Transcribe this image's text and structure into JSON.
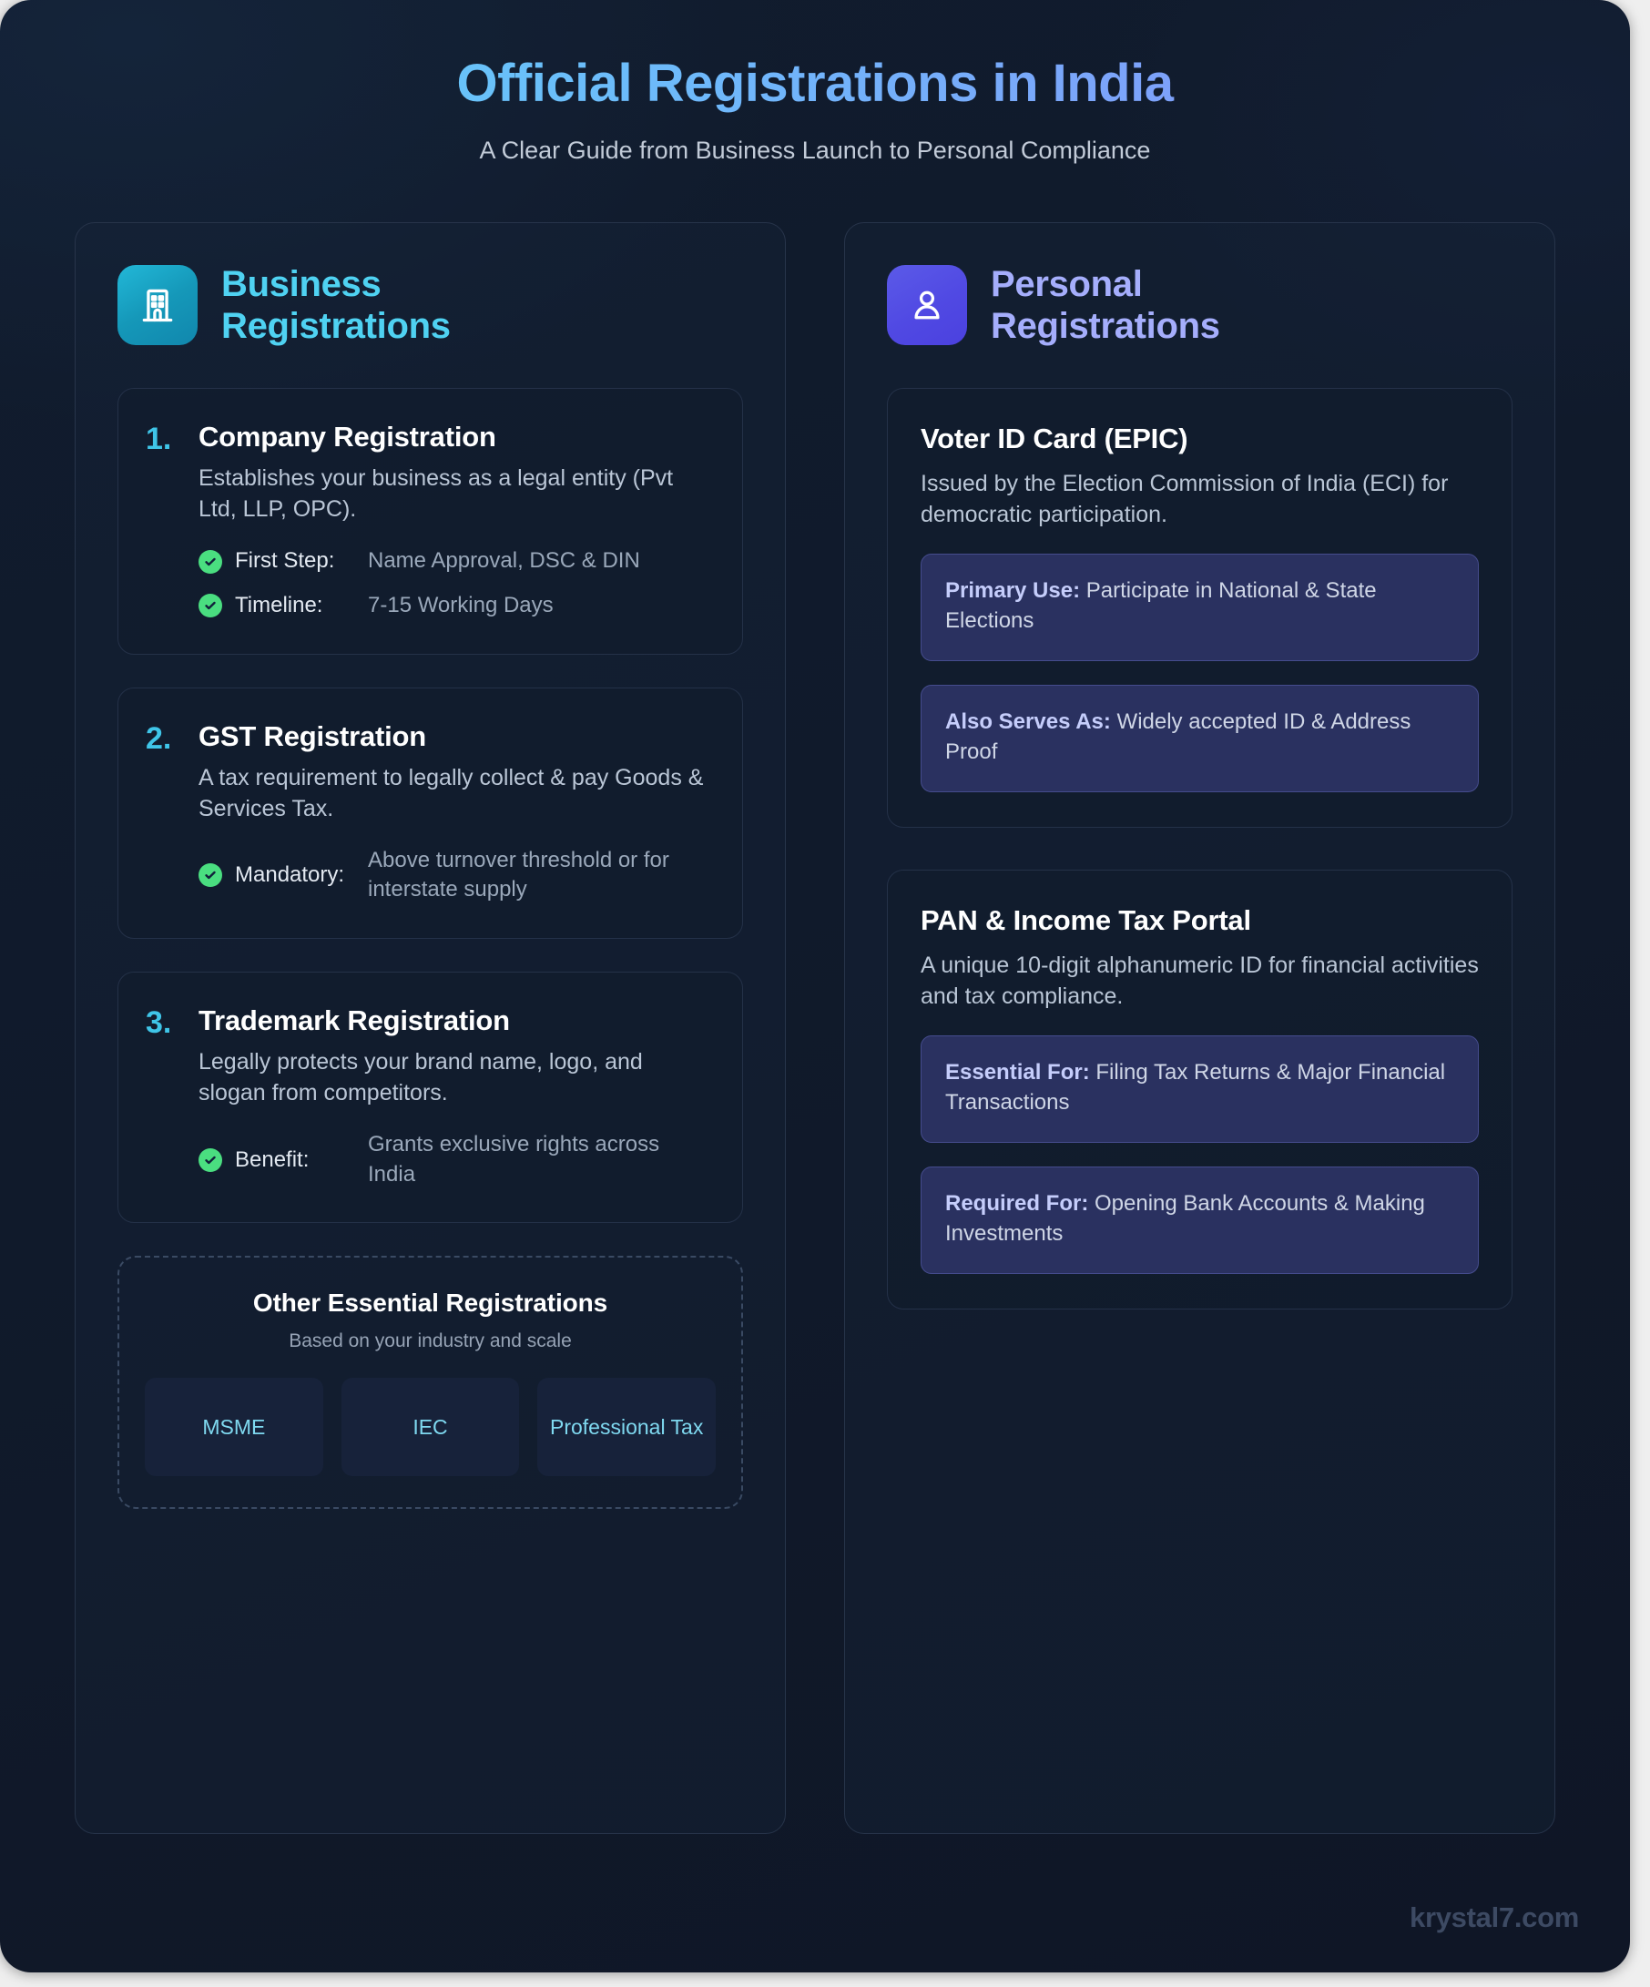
{
  "header": {
    "title": "Official Registrations in India",
    "subtitle": "A Clear Guide from Business Launch to Personal Compliance"
  },
  "colors": {
    "accent_cyan": "#4fd2f2",
    "accent_purple": "#a5aefc",
    "check_green": "#4ade80",
    "fact_bg": "#2a3160",
    "page_bg": "#101a2b"
  },
  "business": {
    "icon": "building-icon",
    "title": "Business Registrations",
    "steps": [
      {
        "number": "1.",
        "title": "Company Registration",
        "desc": "Establishes your business as a legal entity (Pvt Ltd, LLP, OPC).",
        "details": [
          {
            "label": "First Step:",
            "value": "Name Approval, DSC & DIN"
          },
          {
            "label": "Timeline:",
            "value": "7-15 Working Days"
          }
        ]
      },
      {
        "number": "2.",
        "title": "GST Registration",
        "desc": "A tax requirement to legally collect & pay Goods & Services Tax.",
        "details": [
          {
            "label": "Mandatory:",
            "value": "Above turnover threshold or for interstate supply"
          }
        ]
      },
      {
        "number": "3.",
        "title": "Trademark Registration",
        "desc": "Legally protects your brand name, logo, and slogan from competitors.",
        "details": [
          {
            "label": "Benefit:",
            "value": "Grants exclusive rights across India"
          }
        ]
      }
    ],
    "other": {
      "title": "Other Essential Registrations",
      "subtitle": "Based on your industry and scale",
      "chips": [
        "MSME",
        "IEC",
        "Professional Tax"
      ]
    }
  },
  "personal": {
    "icon": "user-icon",
    "title": "Personal Registrations",
    "cards": [
      {
        "title": "Voter ID Card (EPIC)",
        "desc": "Issued by the Election Commission of India (ECI) for democratic participation.",
        "facts": [
          {
            "label": "Primary Use:",
            "value": "Participate in National & State Elections"
          },
          {
            "label": "Also Serves As:",
            "value": "Widely accepted ID & Address Proof"
          }
        ]
      },
      {
        "title": "PAN & Income Tax Portal",
        "desc": "A unique 10-digit alphanumeric ID for financial activities and tax compliance.",
        "facts": [
          {
            "label": "Essential For:",
            "value": "Filing Tax Returns & Major Financial Transactions"
          },
          {
            "label": "Required For:",
            "value": "Opening Bank Accounts & Making Investments"
          }
        ]
      }
    ]
  },
  "footer": {
    "watermark": "krystal7.com"
  }
}
